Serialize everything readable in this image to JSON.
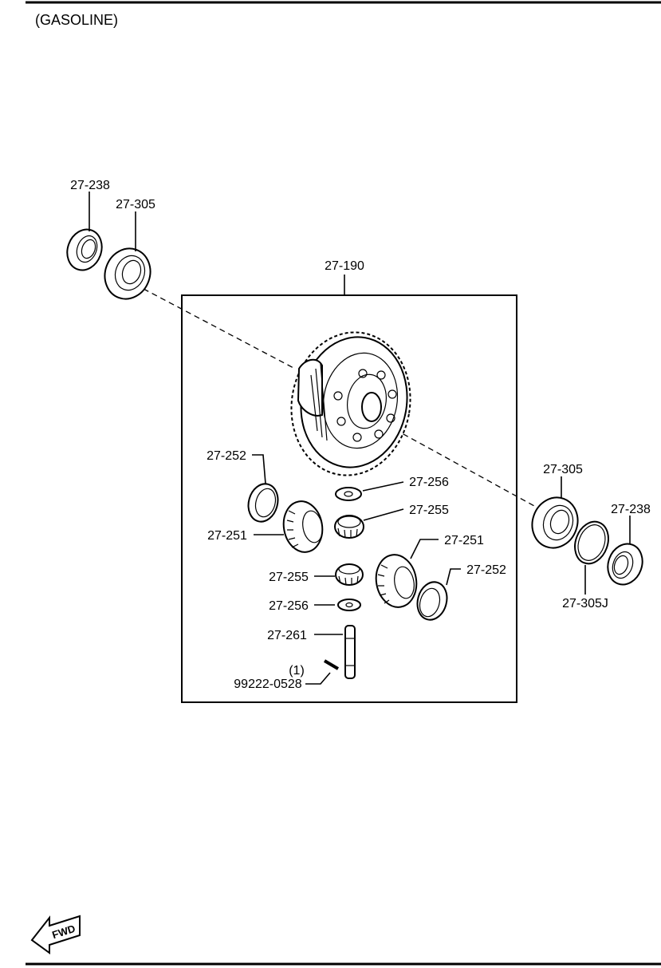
{
  "title": "(GASOLINE)",
  "callouts": {
    "bearing_seal_left": "27-238",
    "bearing_left": "27-305",
    "assembly": "27-190",
    "side_washer_left": "27-252",
    "pinion_washer_top": "27-256",
    "pinion_gear_top": "27-255",
    "side_gear_left": "27-251",
    "side_gear_right": "27-251",
    "side_washer_right": "27-252",
    "pinion_gear_bottom": "27-255",
    "pinion_washer_bottom": "27-256",
    "pinion_shaft": "27-261",
    "pin_qty": "(1)",
    "pin_part": "99222-0528",
    "bearing_right": "27-305",
    "bearing_seal_right": "27-238",
    "shim_right": "27-305J"
  },
  "fwd_badge": "FWD"
}
